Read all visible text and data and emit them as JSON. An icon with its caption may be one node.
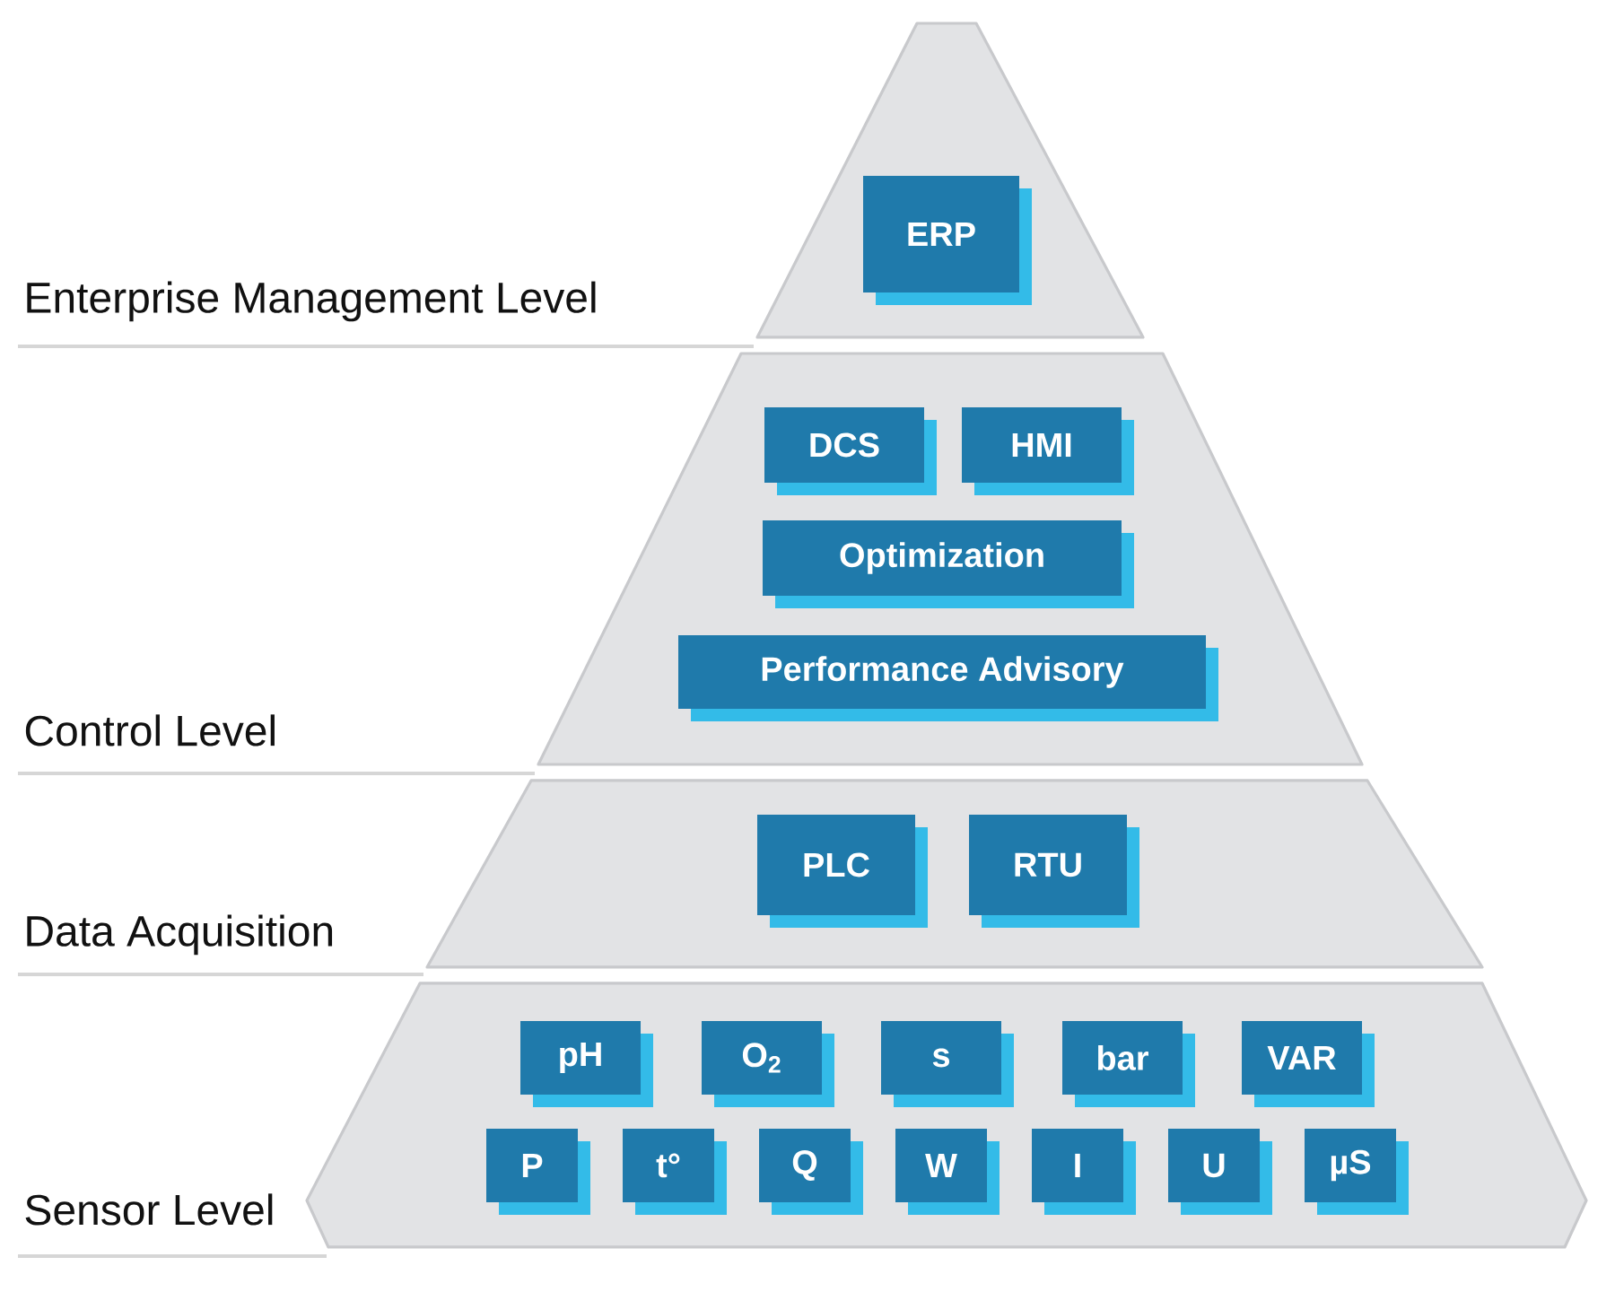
{
  "diagram": {
    "nodes": [
      {
        "text": [
          "Enterprise Management Level"
        ]
      },
      {
        "text": [
          "ERP"
        ],
        "in": 0
      },
      {
        "text": [
          "Control Level"
        ]
      },
      {
        "text": [
          "DCS"
        ],
        "in": 2
      },
      {
        "text": [
          "HMI"
        ],
        "in": 2
      },
      {
        "text": [
          "Optimization"
        ],
        "in": 2
      },
      {
        "text": [
          "Performance Advisory"
        ],
        "in": 2
      },
      {
        "text": [
          "Data Acquisition"
        ]
      },
      {
        "text": [
          "PLC"
        ],
        "in": 7
      },
      {
        "text": [
          "RTU"
        ],
        "in": 7
      },
      {
        "text": [
          "Sensor Level"
        ]
      },
      {
        "text": [
          "pH"
        ],
        "in": 10
      },
      {
        "text": [
          "O$_{2}$"
        ],
        "in": 10
      },
      {
        "text": [
          "s"
        ],
        "in": 10
      },
      {
        "text": [
          "bar"
        ],
        "in": 10
      },
      {
        "text": [
          "VAR"
        ],
        "in": 10
      },
      {
        "text": [
          "P"
        ],
        "in": 10
      },
      {
        "text": [
          "t°"
        ],
        "in": 10
      },
      {
        "text": [
          "Q"
        ],
        "in": 10
      },
      {
        "text": [
          "W"
        ],
        "in": 10
      },
      {
        "text": [
          "I"
        ],
        "in": 10
      },
      {
        "text": [
          "U"
        ],
        "in": 10
      },
      {
        "text": [
          "µS"
        ],
        "in": 10
      }
    ]
  }
}
